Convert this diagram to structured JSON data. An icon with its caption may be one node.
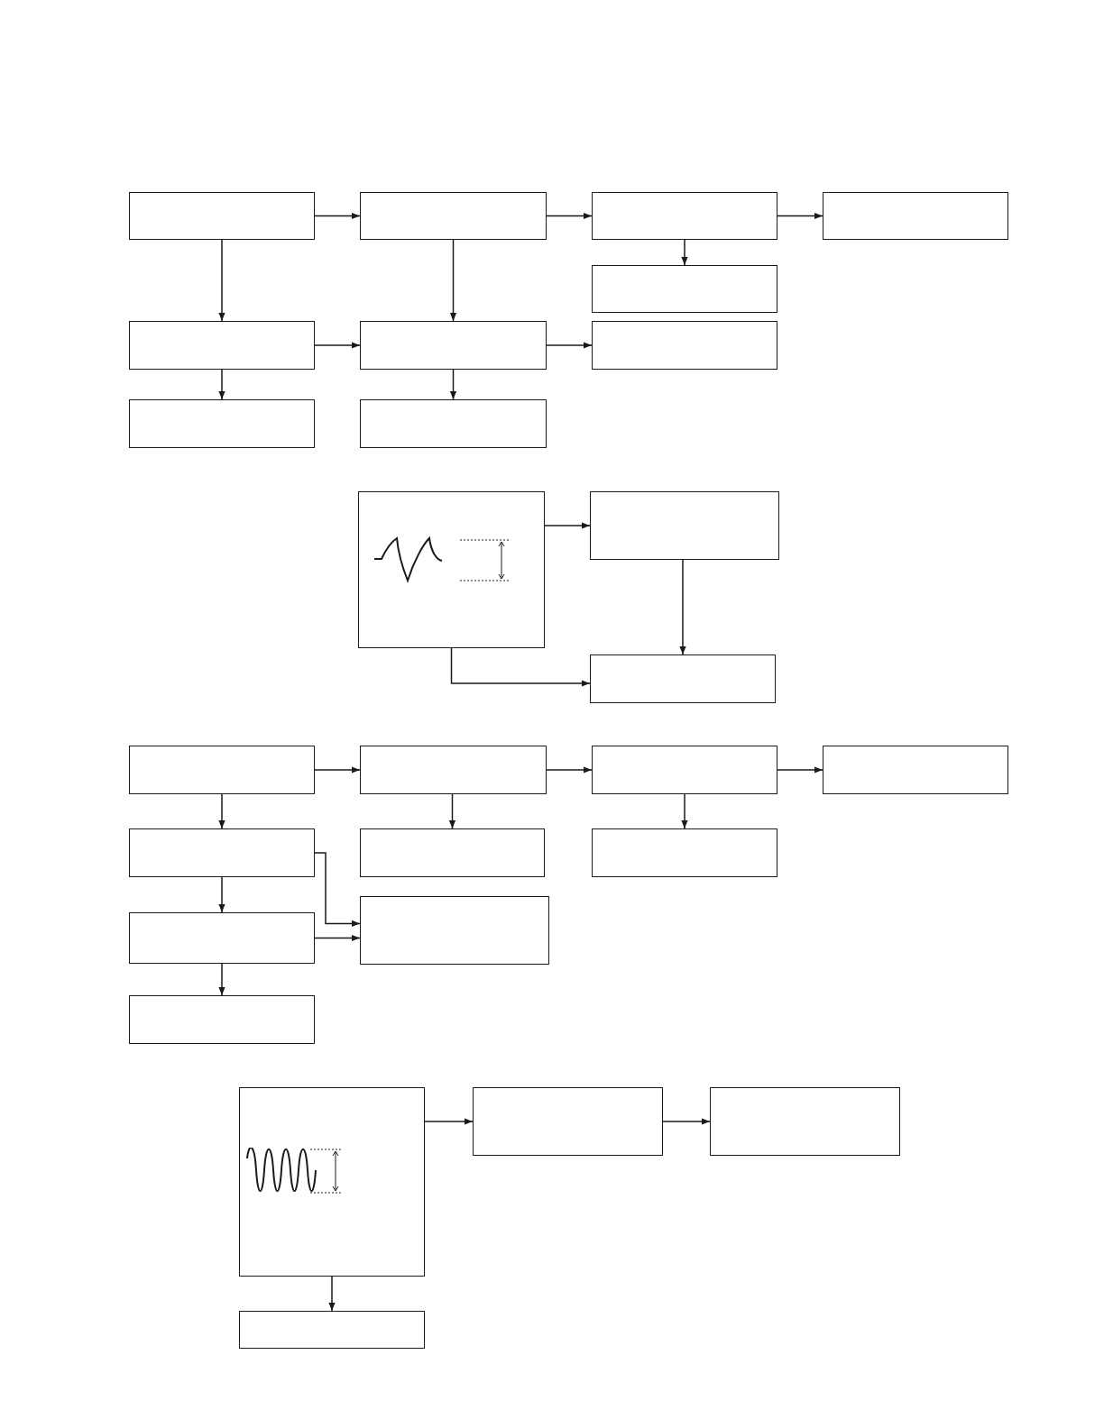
{
  "diagram": {
    "nodes": [
      {
        "text": [],
        "shape": "box"
      },
      {
        "text": [],
        "shape": "box"
      },
      {
        "text": [],
        "shape": "box"
      },
      {
        "text": [],
        "shape": "box"
      },
      {
        "text": [],
        "shape": "box"
      },
      {
        "text": [],
        "shape": "box"
      },
      {
        "text": [],
        "shape": "box"
      },
      {
        "text": [],
        "shape": "box"
      },
      {
        "text": [],
        "shape": "box"
      },
      {
        "text": [],
        "shape": "box"
      },
      {
        "text": [],
        "shape": "box"
      },
      {
        "text": [],
        "shape": "box"
      },
      {
        "text": [],
        "shape": "box"
      },
      {
        "text": [],
        "shape": "box"
      },
      {
        "text": [],
        "shape": "box"
      },
      {
        "text": [],
        "shape": "box"
      },
      {
        "text": [],
        "shape": "box"
      },
      {
        "text": [],
        "shape": "box"
      },
      {
        "text": [],
        "shape": "box"
      },
      {
        "text": [],
        "shape": "box"
      },
      {
        "text": [],
        "shape": "box"
      },
      {
        "text": [],
        "shape": "box"
      },
      {
        "text": [],
        "shape": "box"
      },
      {
        "text": [],
        "shape": "box"
      },
      {
        "text": [],
        "shape": "box"
      },
      {
        "text": [],
        "shape": "box"
      },
      {
        "text": [],
        "shape": "box"
      }
    ],
    "edges": [
      {
        "from": 0,
        "to": 1,
        "arrow": "to"
      },
      {
        "from": 1,
        "to": 2,
        "arrow": "to"
      },
      {
        "from": 2,
        "to": 3,
        "arrow": "to"
      },
      {
        "from": 0,
        "to": 5,
        "arrow": "to"
      },
      {
        "from": 1,
        "to": 6,
        "arrow": "to"
      },
      {
        "from": 2,
        "to": 4,
        "arrow": "to"
      },
      {
        "from": 5,
        "to": 6,
        "arrow": "to"
      },
      {
        "from": 6,
        "to": 7,
        "arrow": "to"
      },
      {
        "from": 5,
        "to": 8,
        "arrow": "to"
      },
      {
        "from": 6,
        "to": 9,
        "arrow": "to"
      },
      {
        "from": 10,
        "to": 11,
        "arrow": "to"
      },
      {
        "from": 11,
        "to": 12,
        "arrow": "to"
      },
      {
        "from": 10,
        "to": 12,
        "arrow": "to"
      },
      {
        "from": 13,
        "to": 14,
        "arrow": "to"
      },
      {
        "from": 14,
        "to": 15,
        "arrow": "to"
      },
      {
        "from": 15,
        "to": 16,
        "arrow": "to"
      },
      {
        "from": 13,
        "to": 17,
        "arrow": "to"
      },
      {
        "from": 14,
        "to": 18,
        "arrow": "to"
      },
      {
        "from": 15,
        "to": 19,
        "arrow": "to"
      },
      {
        "from": 17,
        "to": 20,
        "arrow": "to"
      },
      {
        "from": 17,
        "to": 21,
        "arrow": "to"
      },
      {
        "from": 21,
        "to": 20,
        "arrow": "to"
      },
      {
        "from": 21,
        "to": 22,
        "arrow": "to"
      },
      {
        "from": 23,
        "to": 24,
        "arrow": "to"
      },
      {
        "from": 24,
        "to": 25,
        "arrow": "to"
      },
      {
        "from": 23,
        "to": 26,
        "arrow": "to"
      }
    ]
  }
}
